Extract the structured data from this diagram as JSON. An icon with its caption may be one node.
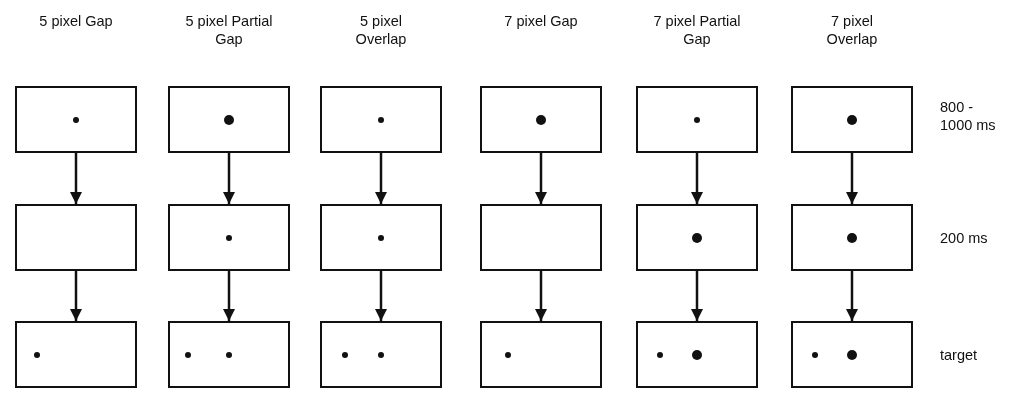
{
  "diagram": {
    "nodes": [
      {
        "text": [],
        "shape": "box"
      },
      {
        "text": [],
        "shape": "box"
      },
      {
        "text": [],
        "shape": "box"
      },
      {
        "text": [],
        "shape": "box"
      },
      {
        "text": [],
        "shape": "box"
      },
      {
        "text": [],
        "shape": "box"
      },
      {
        "text": [],
        "shape": "box"
      },
      {
        "text": [],
        "shape": "box"
      },
      {
        "text": [],
        "shape": "box"
      },
      {
        "text": [],
        "shape": "box"
      },
      {
        "text": [],
        "shape": "box"
      },
      {
        "text": [],
        "shape": "box"
      },
      {
        "text": [],
        "shape": "box"
      },
      {
        "text": [],
        "shape": "box"
      },
      {
        "text": [],
        "shape": "box"
      },
      {
        "text": [],
        "shape": "box"
      },
      {
        "text": [],
        "shape": "box"
      },
      {
        "text": [],
        "shape": "box"
      }
    ],
    "edges": [
      {
        "from": 0,
        "to": 6,
        "arrow": "to"
      },
      {
        "from": 1,
        "to": 7,
        "arrow": "to"
      },
      {
        "from": 2,
        "to": 8,
        "arrow": "to"
      },
      {
        "from": 3,
        "to": 9,
        "arrow": "to"
      },
      {
        "from": 4,
        "to": 10,
        "arrow": "to"
      },
      {
        "from": 5,
        "to": 11,
        "arrow": "to"
      },
      {
        "from": 6,
        "to": 12,
        "arrow": "to"
      },
      {
        "from": 7,
        "to": 13,
        "arrow": "to"
      },
      {
        "from": 8,
        "to": 14,
        "arrow": "to"
      },
      {
        "from": 9,
        "to": 15,
        "arrow": "to"
      },
      {
        "from": 10,
        "to": 16,
        "arrow": "to"
      },
      {
        "from": 11,
        "to": 17,
        "arrow": "to"
      }
    ],
    "labels": [
      "5 pixel Gap",
      "5 pixel Partial Gap",
      "5 pixel Overlap",
      "7 pixel Gap",
      "7 pixel Partial Gap",
      "7 pixel Overlap",
      "800 - 1000 ms",
      "200 ms",
      "target"
    ]
  }
}
